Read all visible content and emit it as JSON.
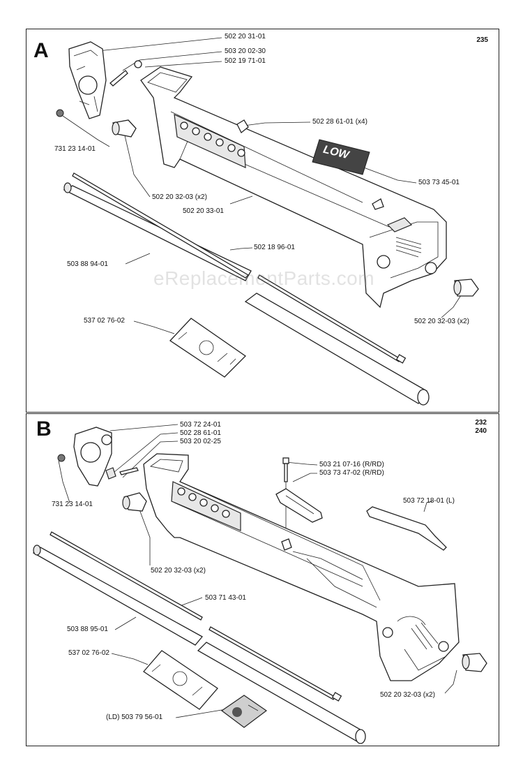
{
  "panels": {
    "a": {
      "letter": "A",
      "models": "235",
      "labels": {
        "l1": "502 20 31-01",
        "l2": "503 20 02-30",
        "l3": "502 19 71-01",
        "l4": "502 28 61-01 (x4)",
        "l5": "731 23 14-01",
        "l6": "503 73 45-01",
        "l7": "502 20 32-03 (x2)",
        "l8": "502 20 33-01",
        "l9": "502 18 96-01",
        "l10": "503 88 94-01",
        "l11": "537 02 76-02",
        "l12": "502 20 32-03 (x2)"
      }
    },
    "b": {
      "letter": "B",
      "models_line1": "232",
      "models_line2": "240",
      "labels": {
        "l1": "503 72 24-01",
        "l2": "502 28 61-01",
        "l3": "503 20 02-25",
        "l4": "503 21 07-16 (R/RD)",
        "l5": "503 73 47-02 (R/RD)",
        "l6": "503 72 18-01 (L)",
        "l7": "731 23 14-01",
        "l8": "502 20 32-03 (x2)",
        "l9": "503 71 43-01",
        "l10": "503 88 95-01",
        "l11": "537 02 76-02",
        "l12": "502 20 32-03 (x2)",
        "l13": "(LD) 503 79 56-01"
      }
    }
  },
  "watermark": "eReplacementParts.com",
  "decal_text": "LOW"
}
